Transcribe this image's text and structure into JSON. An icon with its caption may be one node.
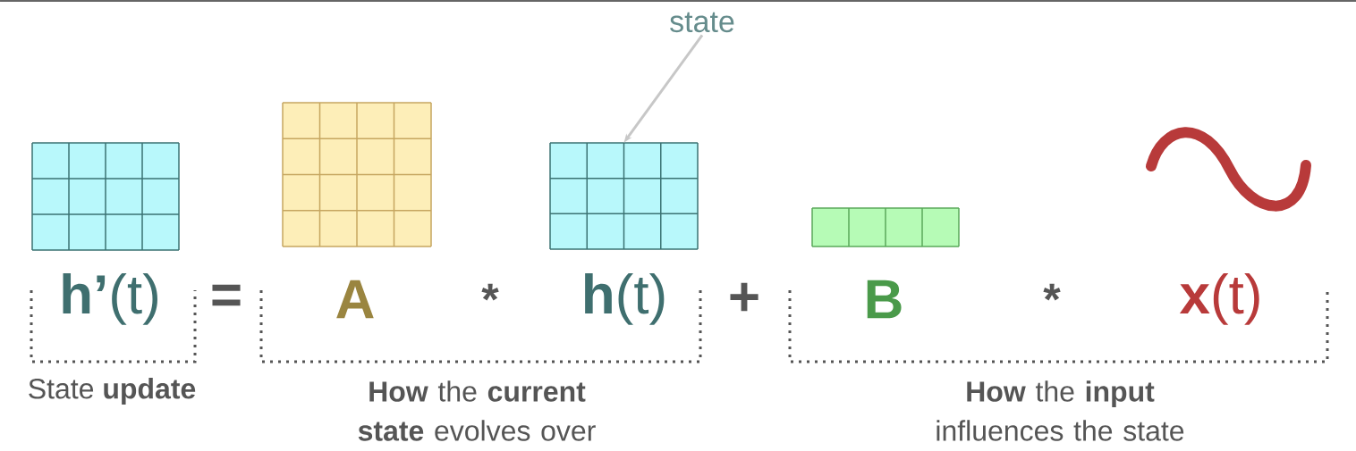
{
  "diagram": {
    "nodes": [
      {
        "text": [
          "state"
        ]
      },
      {
        "text": [],
        "shape": "box"
      }
    ],
    "edges": [
      {
        "from": 0,
        "to": 1,
        "arrow": "to"
      }
    ],
    "labels": [
      "**h’**(t)",
      "=",
      "A",
      "*",
      "**h**(t)",
      "+",
      "B",
      "*",
      "**x**(t)",
      "State **update**",
      "**How** the **current** **state** evolves over",
      "**How** the **input** influences the state"
    ]
  }
}
